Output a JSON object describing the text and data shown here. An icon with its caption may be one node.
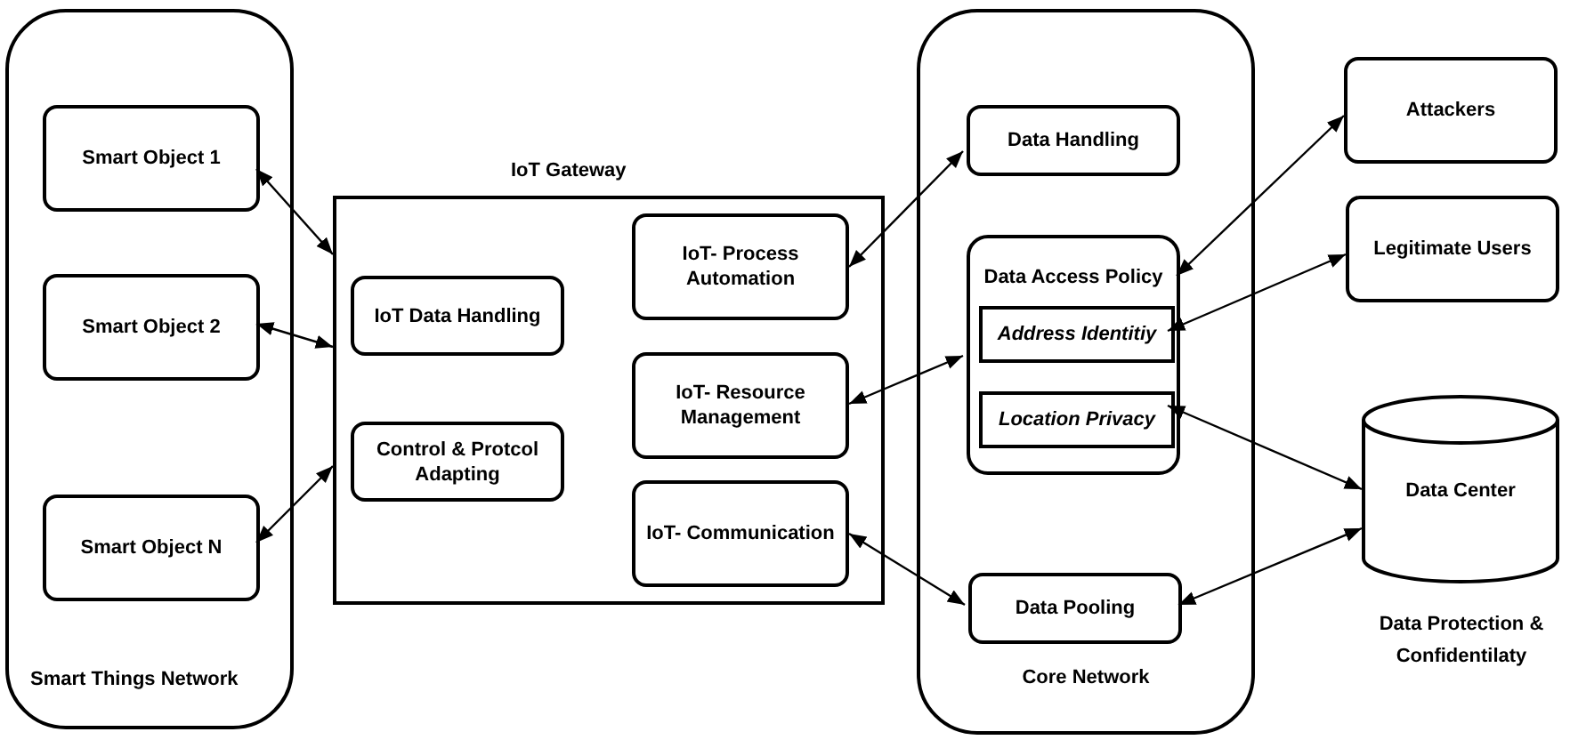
{
  "diagram": {
    "nodes": [
      {
        "text": [
          "Smart Things Network"
        ]
      },
      {
        "text": [
          "Smart Object 1"
        ],
        "in": 0
      },
      {
        "text": [
          "Smart Object 2"
        ],
        "in": 0
      },
      {
        "text": [
          "Smart Object N"
        ],
        "in": 0
      },
      {
        "text": [
          "IoT Gateway"
        ]
      },
      {
        "text": [
          "IoT Data Handling"
        ],
        "in": 4
      },
      {
        "text": [
          "Control & Protcol Adapting"
        ],
        "in": 4
      },
      {
        "text": [
          "IoT- Process Automation"
        ],
        "in": 4
      },
      {
        "text": [
          "IoT- Resource Management"
        ],
        "in": 4
      },
      {
        "text": [
          "IoT- Communication"
        ],
        "in": 4
      },
      {
        "text": [
          "Core Network"
        ]
      },
      {
        "text": [
          "Data Handling"
        ],
        "in": 10
      },
      {
        "text": [
          "Data Access Policy"
        ],
        "in": 10
      },
      {
        "text": [
          "Address Identitiy"
        ],
        "in": 12
      },
      {
        "text": [
          "Location Privacy"
        ],
        "in": 12
      },
      {
        "text": [
          "Data Pooling"
        ],
        "in": 10
      },
      {
        "text": [
          "Attackers"
        ]
      },
      {
        "text": [
          "Legitimate Users"
        ]
      },
      {
        "text": [
          "Data Center"
        ],
        "beside": [
          "Data Protection & Confidentilaty"
        ]
      }
    ],
    "edges": [
      {
        "from": 1,
        "to": 4,
        "arrow": "both"
      },
      {
        "from": 2,
        "to": 4,
        "arrow": "both"
      },
      {
        "from": 3,
        "to": 4,
        "arrow": "both"
      },
      {
        "from": 7,
        "to": 11,
        "arrow": "both"
      },
      {
        "from": 8,
        "to": 12,
        "arrow": "both"
      },
      {
        "from": 9,
        "to": 15,
        "arrow": "both"
      },
      {
        "from": 16,
        "to": 12,
        "arrow": "both"
      },
      {
        "from": 17,
        "to": 13,
        "arrow": "both"
      },
      {
        "from": 14,
        "to": 18,
        "arrow": "both"
      },
      {
        "from": 15,
        "to": 18,
        "arrow": "both"
      }
    ]
  }
}
